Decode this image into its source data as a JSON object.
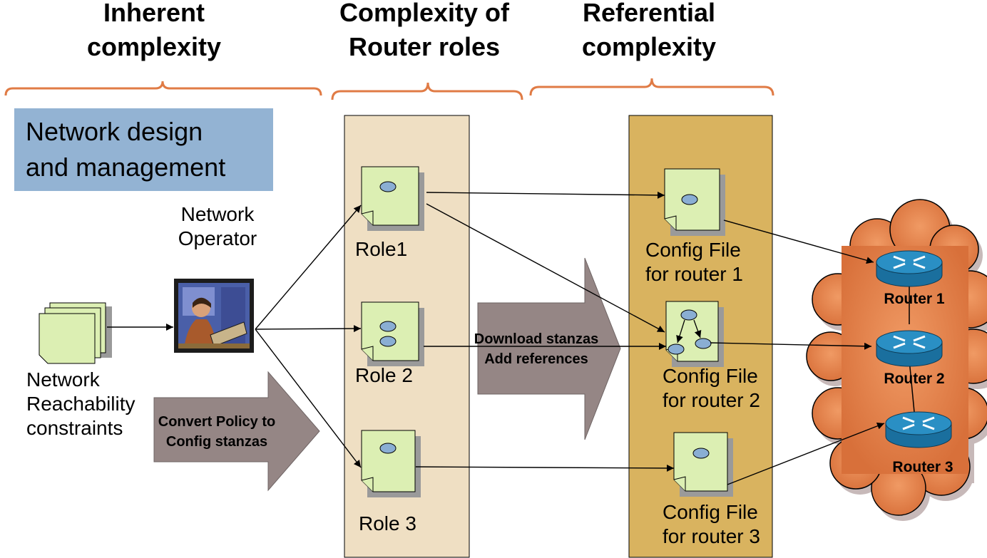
{
  "headers": {
    "inherent": [
      "Inherent",
      "complexity"
    ],
    "roles": [
      "Complexity of",
      "Router roles"
    ],
    "referential": [
      "Referential",
      "complexity"
    ]
  },
  "design_box": [
    "Network design",
    "and management"
  ],
  "operator_label": [
    "Network",
    "Operator"
  ],
  "constraints_label": [
    "Network",
    "Reachability",
    "constraints"
  ],
  "convert_arrow": [
    "Convert Policy to",
    "Config stanzas"
  ],
  "download_arrow": [
    "Download stanzas",
    "Add references"
  ],
  "roles": [
    "Role1",
    "Role 2",
    "Role 3"
  ],
  "configs": [
    [
      "Config File",
      "for router 1"
    ],
    [
      "Config File",
      "for router 2"
    ],
    [
      "Config File",
      "for router 3"
    ]
  ],
  "routers": [
    "Router 1",
    "Router 2",
    "Router 3"
  ],
  "colors": {
    "bracket": "#e07b45",
    "roles_column": "#efdfc3",
    "configs_column": "#d9b35f",
    "doc_fill": "#dcefb3",
    "doc_shadow": "#9a9a9a",
    "oval": "#8aaed3",
    "big_arrow": "#958685",
    "cloud": "#e07b45",
    "router_body": "#2a8fc4",
    "design_box": "#93b3d3"
  },
  "icons": [
    "document-icon",
    "document-stack-icon",
    "network-operator-icon",
    "router-icon",
    "cloud-icon"
  ]
}
